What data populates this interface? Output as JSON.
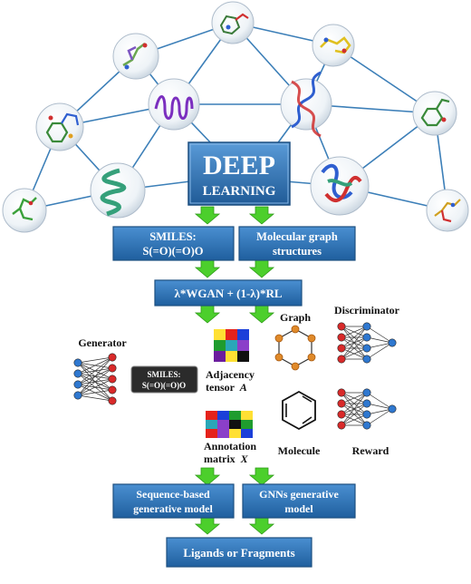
{
  "deep_box": {
    "line1": "DEEP",
    "line2": "LEARNING"
  },
  "smiles_box": {
    "line1": "SMILES:",
    "line2": "S(=O)(=O)O"
  },
  "molgraph_box": {
    "line1": "Molecular graph",
    "line2": "structures"
  },
  "wgan_box": {
    "label": "λ*WGAN + (1-λ)*RL"
  },
  "labels": {
    "generator": "Generator",
    "graph": "Graph",
    "discriminator": "Discriminator",
    "molecule": "Molecule",
    "reward": "Reward"
  },
  "smiles_small": {
    "line1": "SMILES:",
    "line2": "S(=O)(=O)O"
  },
  "adjacency": {
    "line1": "Adjacency",
    "line2": "tensor",
    "symbol": "A"
  },
  "annotation": {
    "line1": "Annotation",
    "line2": "matrix",
    "symbol": "X"
  },
  "seq_box": {
    "line1": "Sequence-based",
    "line2": "generative model"
  },
  "gnn_box": {
    "line1": "GNNs generative",
    "line2": "model"
  },
  "ligands_box": {
    "label": "Ligands or Fragments"
  },
  "colors": {
    "box_blue": "#2e75b6",
    "box_blue_dark": "#1f4e79",
    "arrow_green": "#4ccf2c",
    "network_line": "#3c7fb8",
    "node_red": "#d92a2a",
    "node_blue": "#2f78d0",
    "hexagon_orange": "#e08a2a"
  },
  "grid_colors": {
    "adjacency": [
      "#ffe033",
      "#e5221b",
      "#1b3fd9",
      "#1f9c2e",
      "#2aa7b8",
      "#8b3fc9",
      "#6b1e9e",
      "#ffe033",
      "#111111"
    ],
    "annotation": [
      "#e5221b",
      "#1b3fd9",
      "#1f9c2e",
      "#ffe033",
      "#2aa7b8",
      "#8b3fc9",
      "#111111",
      "#1f9c2e",
      "#e5221b",
      "#8b3fc9",
      "#ffe033",
      "#1b3fd9"
    ]
  }
}
